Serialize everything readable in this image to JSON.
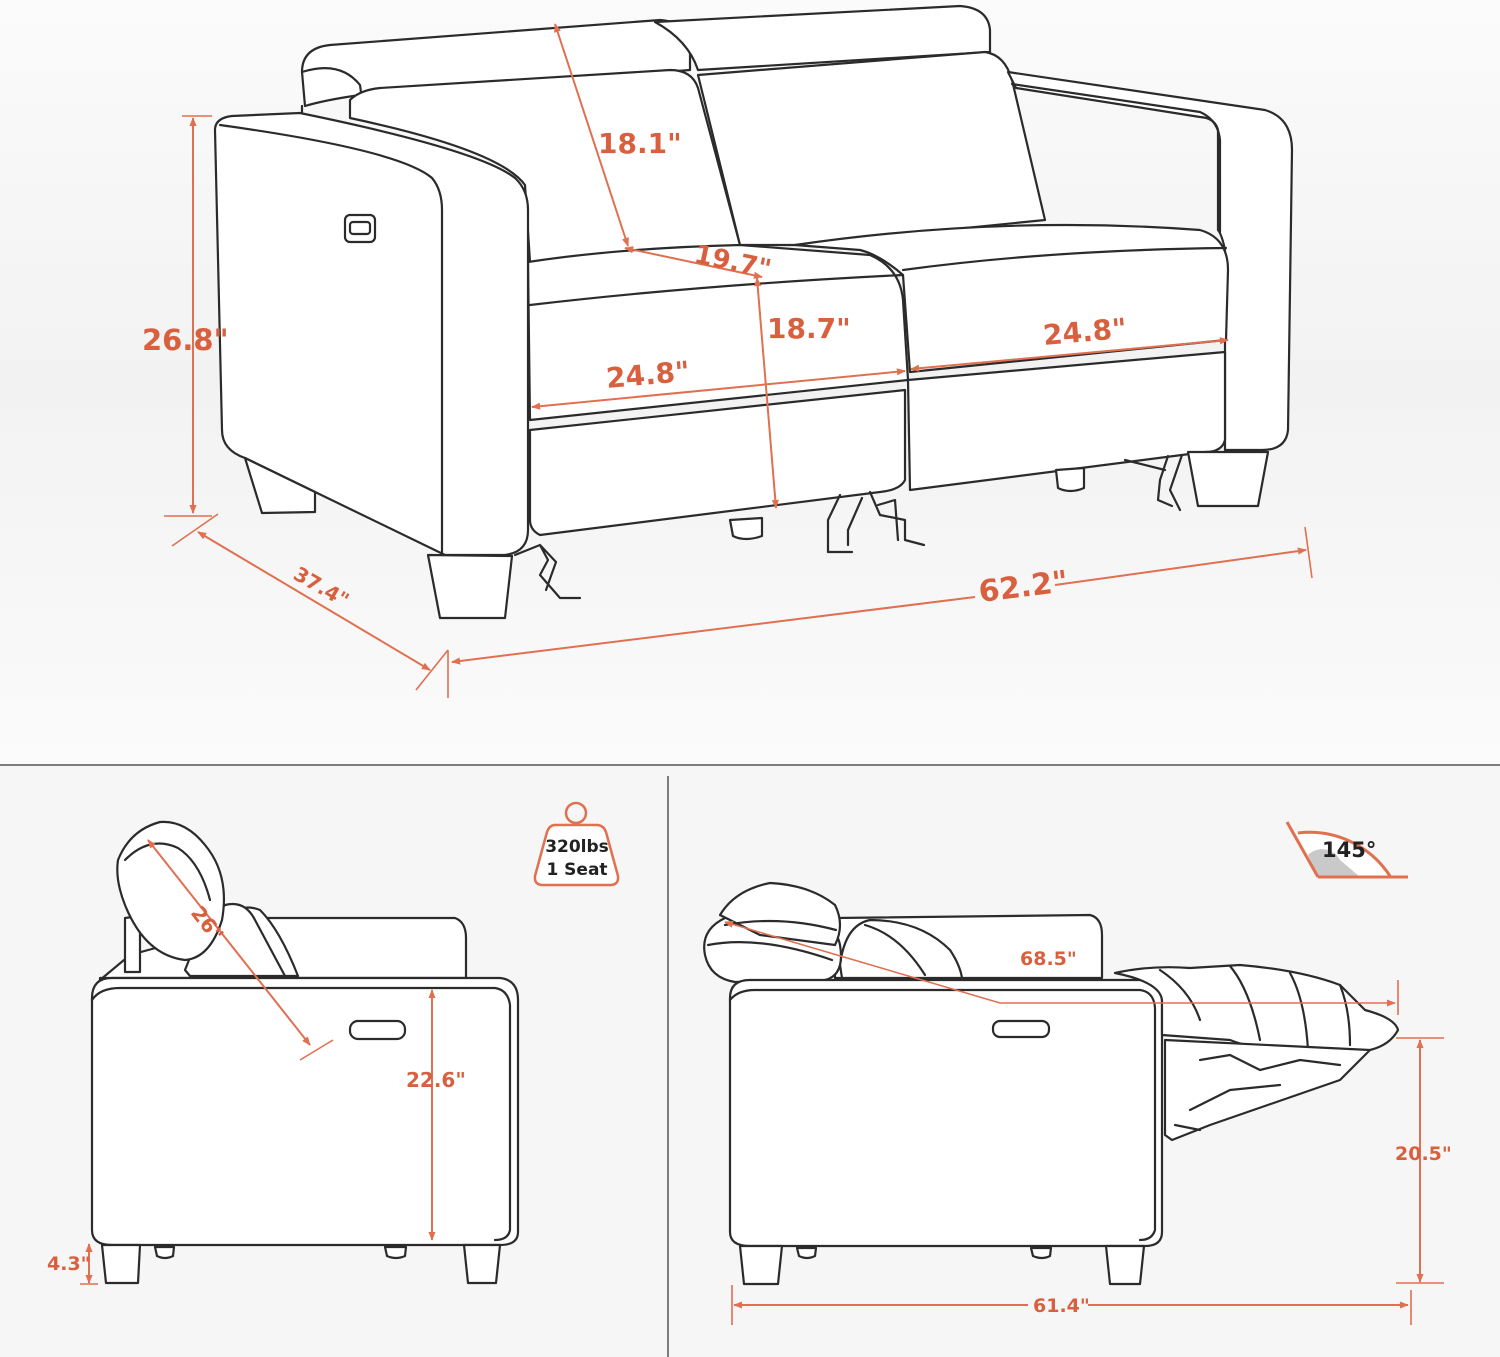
{
  "colors": {
    "accent": "#e07050",
    "label": "#d9603f",
    "line": "#2b2b2b",
    "background_top": "#f4f4f4",
    "background_bottom": "#f6f6f6"
  },
  "top_view": {
    "headrest_diagonal": "18.1\"",
    "seat_depth": "19.7\"",
    "seat_height_front": "18.7\"",
    "seat_width_left": "24.8\"",
    "seat_width_right": "24.8\"",
    "overall_height": "26.8\"",
    "overall_depth": "37.4\"",
    "overall_width": "62.2\""
  },
  "bottom_left": {
    "headrest_extension": "26\"",
    "arm_height": "22.6\"",
    "leg_height": "4.3\"",
    "capacity_badge": {
      "line1": "320lbs",
      "line2": "1 Seat",
      "icon": "weight-icon"
    }
  },
  "bottom_right": {
    "recline_angle": "145°",
    "reclined_length": "68.5\"",
    "footrest_height": "20.5\"",
    "reclined_depth": "61.4\"",
    "angle_icon": "recline-angle-icon"
  }
}
